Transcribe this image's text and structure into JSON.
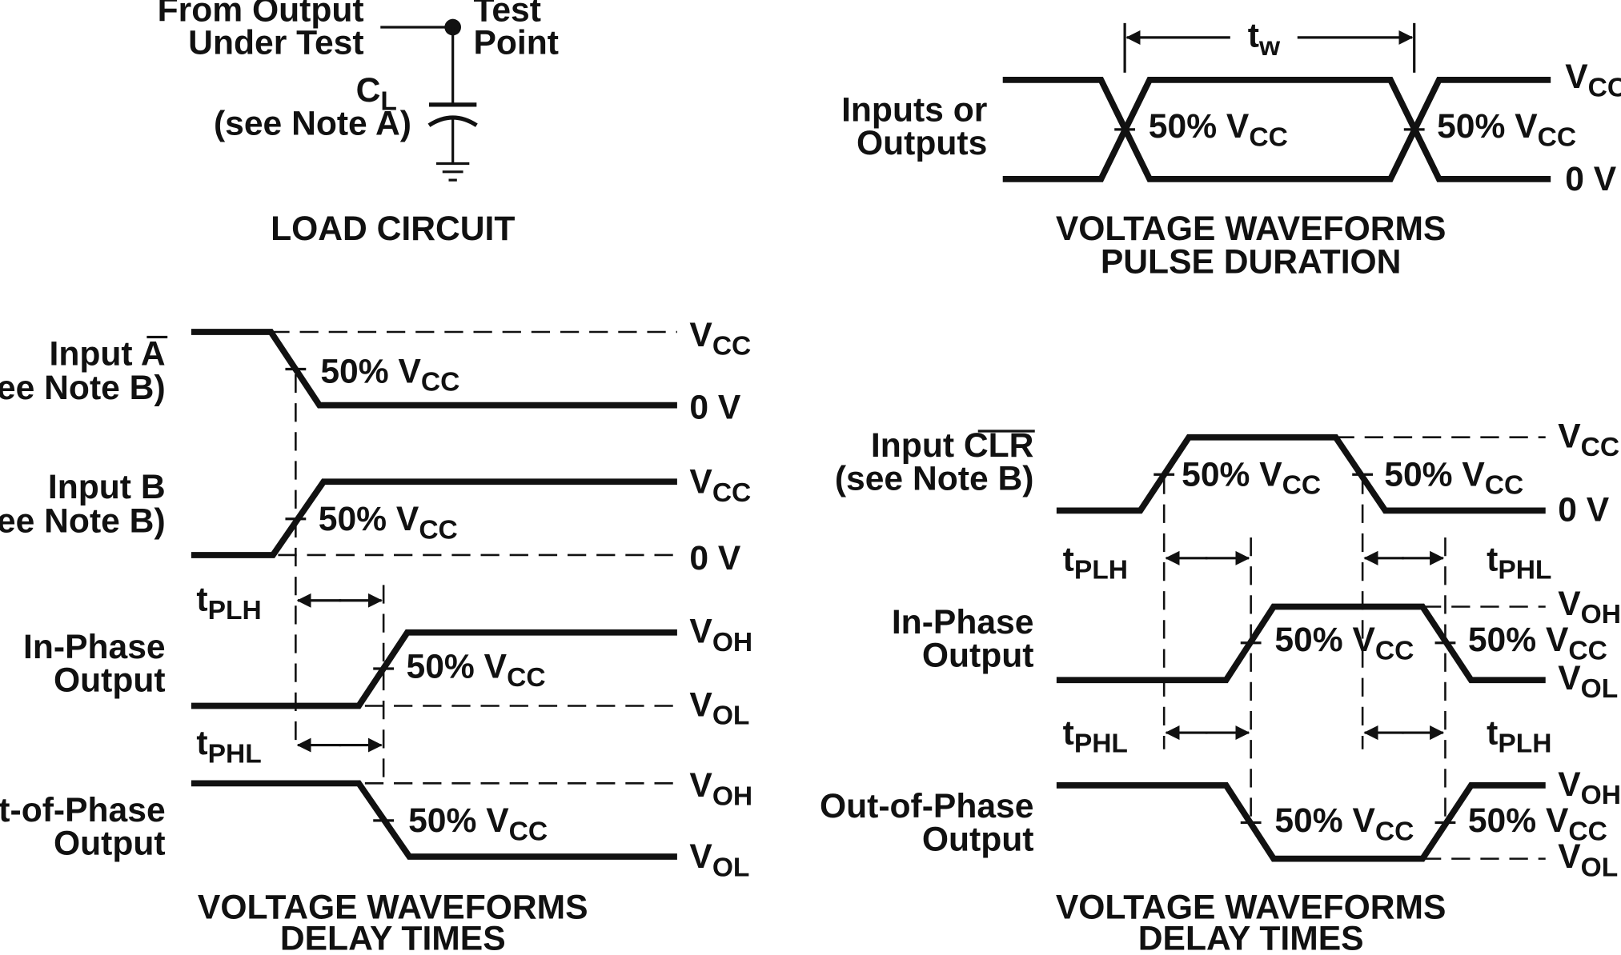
{
  "load_circuit": {
    "from_output_line1": "From Output",
    "from_output_line2": "Under Test",
    "test_point_line1": "Test",
    "test_point_line2": "Point",
    "cl_main": "C",
    "cl_sub": "L",
    "cl_note": "(see Note A)",
    "caption": "LOAD CIRCUIT"
  },
  "pulse_duration": {
    "tw_main": "t",
    "tw_sub": "w",
    "input_label_line1": "Inputs or",
    "input_label_line2": "Outputs",
    "level_high_main": "V",
    "level_high_sub": "CC",
    "level_low": "0 V",
    "mid_label_main": "50% V",
    "mid_label_sub": "CC",
    "caption_line1": "VOLTAGE WAVEFORMS",
    "caption_line2": "PULSE DURATION"
  },
  "delay_left": {
    "input_a_line1": "Input A",
    "input_a_line2": "(see Note B)",
    "input_b_line1": "Input B",
    "input_b_line2": "(see Note B)",
    "in_phase_line1": "In-Phase",
    "in_phase_line2": "Output",
    "out_phase_line1": "Out-of-Phase",
    "out_phase_line2": "Output",
    "vcc_main": "V",
    "vcc_sub": "CC",
    "zero_v": "0 V",
    "voh_main": "V",
    "voh_sub": "OH",
    "vol_main": "V",
    "vol_sub": "OL",
    "mid_main": "50% V",
    "mid_sub": "CC",
    "tplh_main": "t",
    "tplh_sub": "PLH",
    "tphl_main": "t",
    "tphl_sub": "PHL",
    "caption_line1": "VOLTAGE WAVEFORMS",
    "caption_line2": "DELAY TIMES"
  },
  "delay_right": {
    "input_clr_line1": "Input CLR",
    "input_clr_line2": "(see Note B)",
    "in_phase_line1": "In-Phase",
    "in_phase_line2": "Output",
    "out_phase_line1": "Out-of-Phase",
    "out_phase_line2": "Output",
    "vcc_main": "V",
    "vcc_sub": "CC",
    "zero_v": "0 V",
    "voh_main": "V",
    "voh_sub": "OH",
    "vol_main": "V",
    "vol_sub": "OL",
    "mid_main": "50% V",
    "mid_sub": "CC",
    "tplh_main": "t",
    "tplh_sub": "PLH",
    "tphl_main": "t",
    "tphl_sub": "PHL",
    "caption_line1": "VOLTAGE WAVEFORMS",
    "caption_line2": "DELAY TIMES"
  }
}
